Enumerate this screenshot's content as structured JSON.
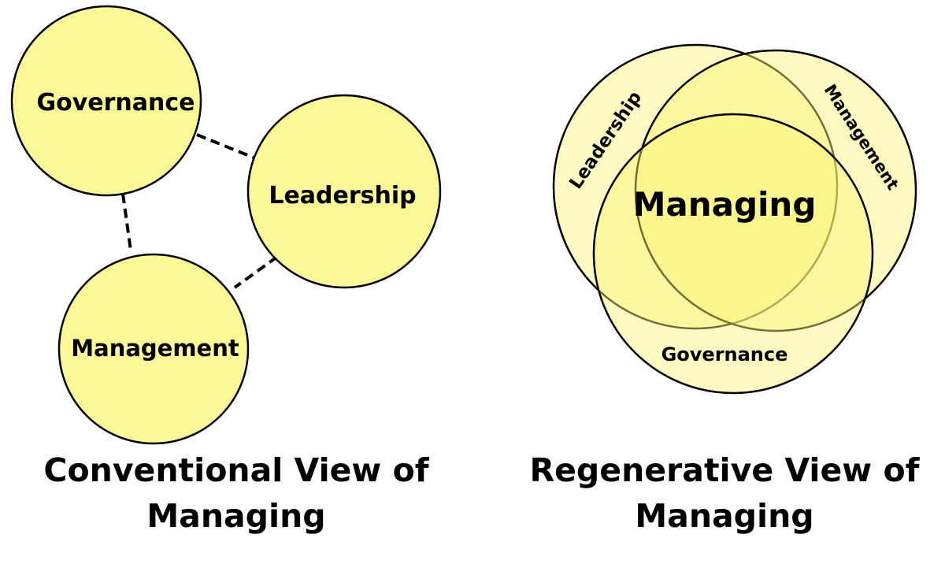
{
  "conventional": {
    "nodes": {
      "governance": "Governance",
      "leadership": "Leadership",
      "management": "Management"
    },
    "caption_line1": "Conventional View of",
    "caption_line2": "Managing"
  },
  "regenerative": {
    "center": "Managing",
    "leadership": "Leadership",
    "management": "Management",
    "governance": "Governance",
    "caption_line1": "Regenerative View of",
    "caption_line2": "Managing"
  },
  "colors": {
    "circle_fill": "#fcf797",
    "venn_fill": "#fcf575",
    "outline": "#000000"
  }
}
